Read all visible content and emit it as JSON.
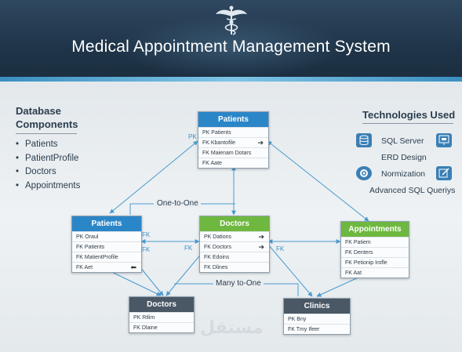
{
  "header": {
    "title": "Medical Appointment Management System",
    "logo_icon": "caduceus-icon"
  },
  "components": {
    "heading_line1": "Database",
    "heading_line2": "Components",
    "items": [
      "Patients",
      "PatientProfile",
      "Doctors",
      "Appointments"
    ]
  },
  "technologies": {
    "heading": "Technologies Used",
    "items": [
      {
        "label": "SQL Server",
        "icon": "database-icon"
      },
      {
        "label": "ERD Design",
        "icon": "diagram-icon"
      },
      {
        "label": "Normization",
        "icon": "gear-icon"
      },
      {
        "label": "Advanced SQL Queriys",
        "icon": "edit-icon"
      }
    ]
  },
  "entities": {
    "patients_top": {
      "title": "Patients",
      "rows": [
        "PK Patients",
        "FK Kbantofile",
        "FK Maienam Dotars",
        "FK Aate"
      ]
    },
    "patients_left": {
      "title": "Patients",
      "rows": [
        "PK Oraul",
        "FK Patients",
        "FK MatientProfile",
        "FK Aet"
      ]
    },
    "doctors_mid": {
      "title": "Doctors",
      "rows": [
        "PK Dations",
        "FK Doctors",
        "FK Edoins",
        "FK Dlines"
      ]
    },
    "appointments": {
      "title": "Appointments",
      "rows": [
        "FK Patiem",
        "FK Denters",
        "FK Petionip Irofle",
        "FK Aat"
      ]
    },
    "doctors_bottom": {
      "title": "Doctors",
      "rows": [
        "PK Rtlim",
        "FK Dlaine"
      ]
    },
    "clinics": {
      "title": "Clinics",
      "rows": [
        "PK Bny",
        "FK Tmy Ifeer"
      ]
    }
  },
  "relations": {
    "one_to_one": "One-to-One",
    "many_to_one": "Many to-One",
    "fk_labels": [
      "PK",
      "FK",
      "FK",
      "FK",
      "FK"
    ]
  },
  "watermark": "مستقل",
  "colors": {
    "header_bg": "#1f3448",
    "entity_blue": "#2b86c8",
    "entity_green": "#6fb83f",
    "entity_dark": "#4a5866",
    "connector": "#4a9ad0"
  }
}
